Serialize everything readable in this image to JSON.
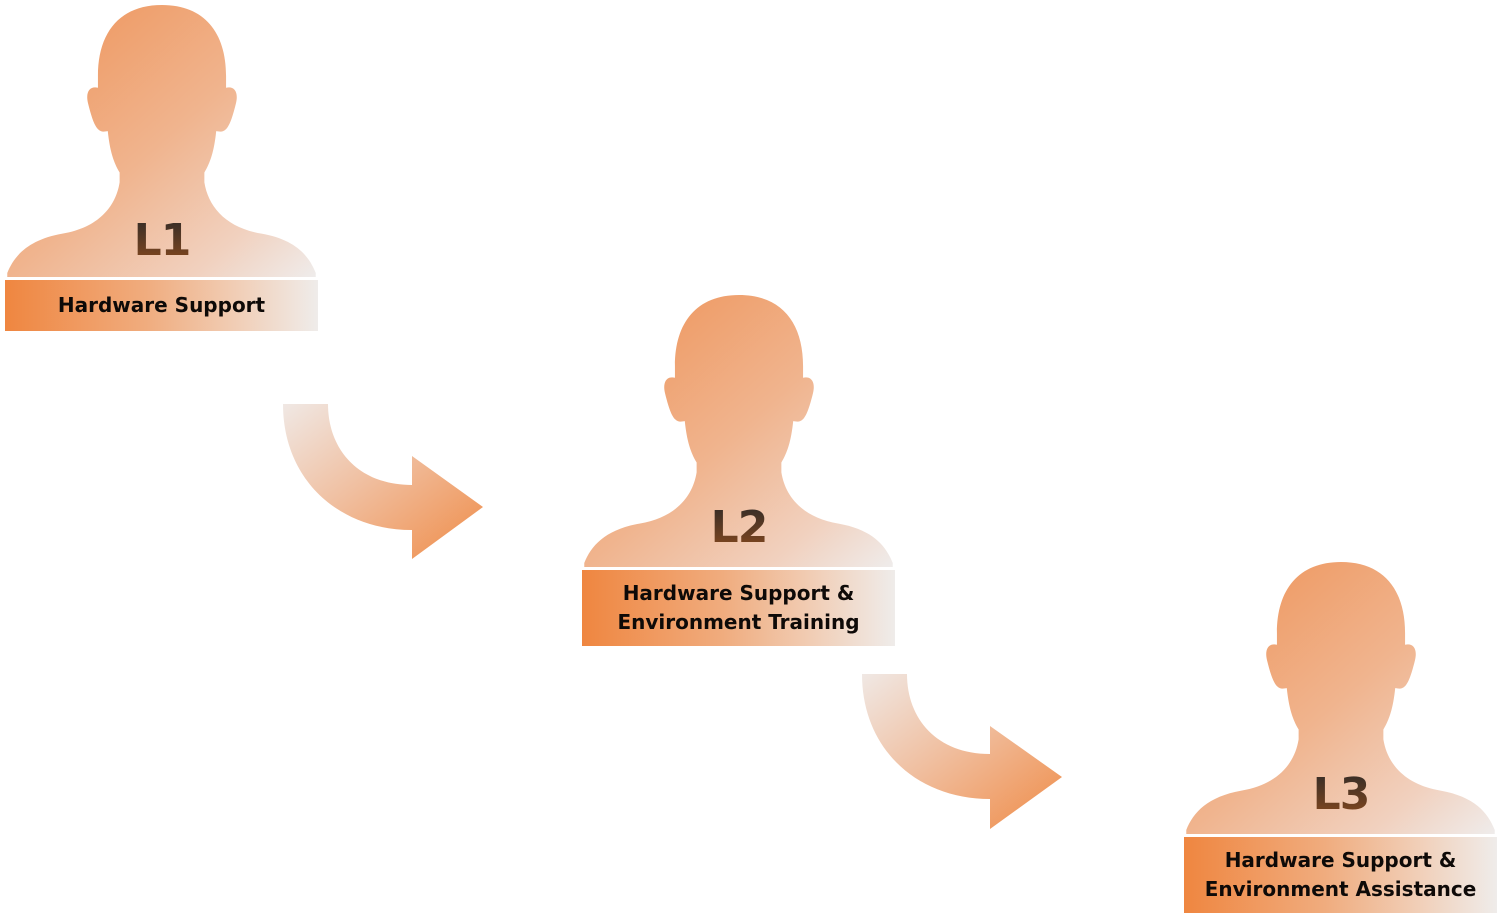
{
  "diagram": {
    "title": "Support levels escalation",
    "colors": {
      "orange_strong": "#ef8640",
      "orange_mid": "#f0ac7e",
      "peach_light": "#f1cfb8",
      "fade_white": "#efecea",
      "level_text_top": "#2e2a28",
      "level_text_bottom": "#8a4a1e",
      "role_text": "#0e0a08"
    },
    "levels": [
      {
        "level": "L1",
        "role_lines": [
          "Hardware Support"
        ]
      },
      {
        "level": "L2",
        "role_lines": [
          "Hardware Support &",
          "Environment Training"
        ]
      },
      {
        "level": "L3",
        "role_lines": [
          "Hardware Support &",
          "Environment Assistance"
        ]
      }
    ],
    "connectors": [
      {
        "from": "L1",
        "to": "L2",
        "icon": "curved-arrow-icon"
      },
      {
        "from": "L2",
        "to": "L3",
        "icon": "curved-arrow-icon"
      }
    ]
  }
}
